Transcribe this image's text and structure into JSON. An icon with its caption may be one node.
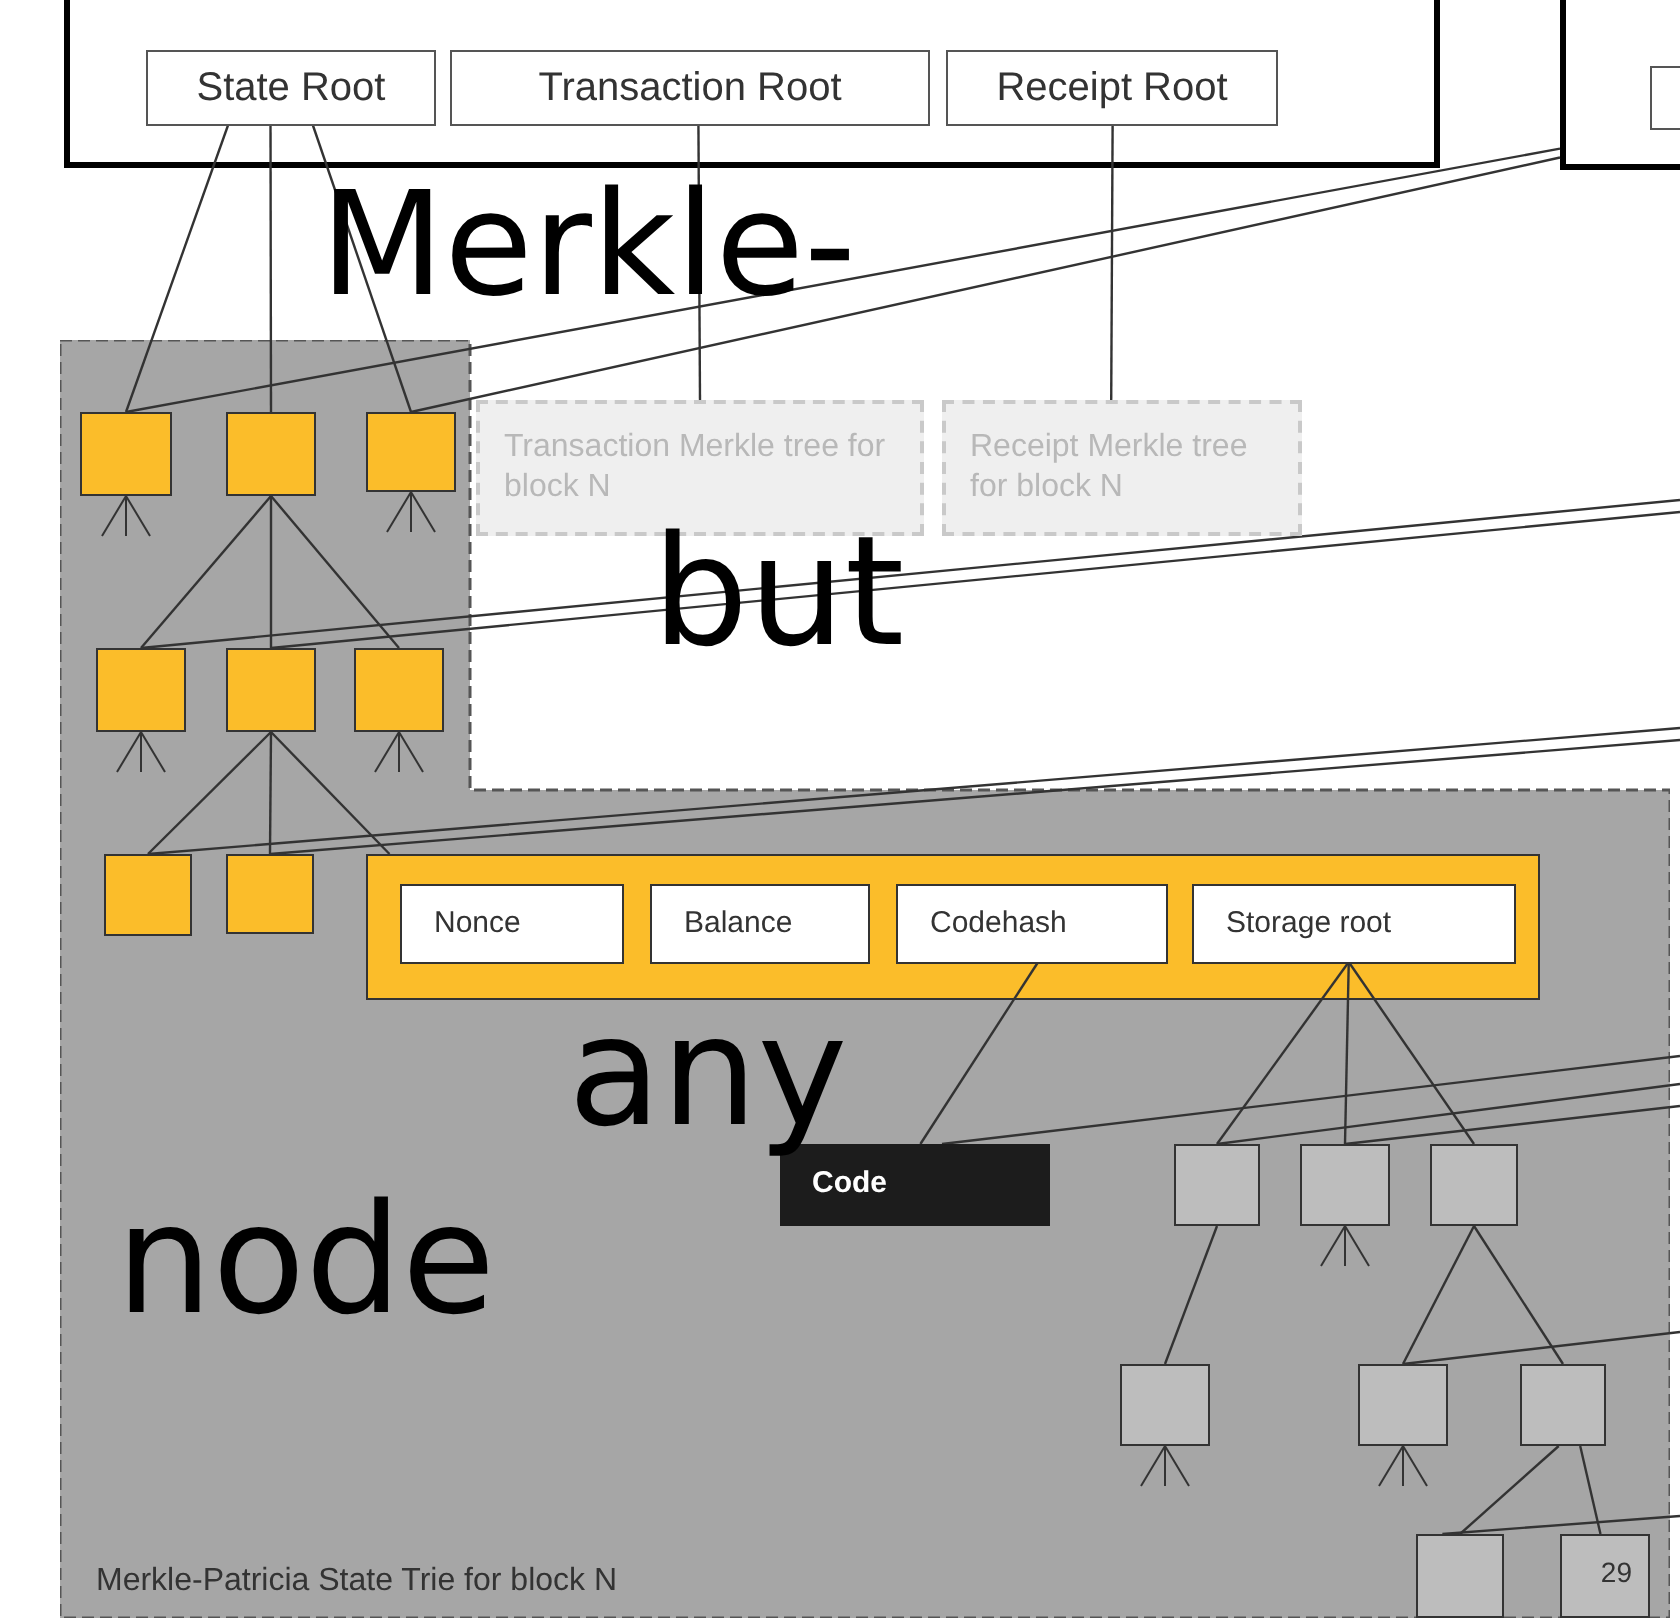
{
  "diagram": {
    "nodes": [
      {
        "text": [],
        "shape": "box"
      },
      {
        "text": [
          "State Root"
        ],
        "in": 0
      },
      {
        "text": [
          "Transaction Root"
        ],
        "in": 0
      },
      {
        "text": [
          "Receipt Root"
        ],
        "in": 0
      },
      {
        "text": [],
        "shape": "box"
      },
      {
        "text": [],
        "shape": "box",
        "in": 4
      },
      {
        "text": [
          "Merkle-Patricia State Trie for block N"
        ]
      },
      {
        "text": [],
        "shape": "box",
        "in": 6
      },
      {
        "text": [],
        "shape": "box",
        "in": 6
      },
      {
        "text": [],
        "shape": "box",
        "in": 6
      },
      {
        "text": [
          "Transaction Merkle tree for block N"
        ]
      },
      {
        "text": [
          "Receipt Merkle tree for block N"
        ]
      },
      {
        "text": [],
        "shape": "box",
        "in": 6
      },
      {
        "text": [],
        "shape": "box",
        "in": 6
      },
      {
        "text": [],
        "shape": "box",
        "in": 6
      },
      {
        "text": [],
        "shape": "box",
        "in": 6
      },
      {
        "text": [],
        "shape": "box",
        "in": 6
      },
      {
        "text": [],
        "shape": "box",
        "in": 6
      },
      {
        "text": [
          "Nonce"
        ],
        "in": 17
      },
      {
        "text": [
          "Balance"
        ],
        "in": 17
      },
      {
        "text": [
          "Codehash"
        ],
        "in": 17
      },
      {
        "text": [
          "Storage root"
        ],
        "in": 17
      },
      {
        "text": [
          "Code"
        ],
        "in": 6
      },
      {
        "text": [],
        "shape": "box",
        "in": 6
      },
      {
        "text": [],
        "shape": "box",
        "in": 6
      },
      {
        "text": [],
        "shape": "box",
        "in": 6
      },
      {
        "text": [],
        "shape": "box",
        "in": 6
      },
      {
        "text": [],
        "shape": "box",
        "in": 6
      },
      {
        "text": [],
        "shape": "box",
        "in": 6
      },
      {
        "text": [],
        "shape": "box",
        "in": 6
      },
      {
        "text": [
          "29"
        ],
        "in": 6
      }
    ],
    "edges": [
      {
        "from": 1,
        "to": 7,
        "arrow": "none"
      },
      {
        "from": 1,
        "to": 8,
        "arrow": "none"
      },
      {
        "from": 1,
        "to": 9,
        "arrow": "none"
      },
      {
        "from": 2,
        "to": 10,
        "arrow": "none"
      },
      {
        "from": 3,
        "to": 11,
        "arrow": "none"
      },
      {
        "from": 8,
        "to": 12,
        "arrow": "none"
      },
      {
        "from": 8,
        "to": 13,
        "arrow": "none"
      },
      {
        "from": 8,
        "to": 14,
        "arrow": "none"
      },
      {
        "from": 13,
        "to": 15,
        "arrow": "none"
      },
      {
        "from": 13,
        "to": 16,
        "arrow": "none"
      },
      {
        "from": 13,
        "to": 17,
        "arrow": "none"
      },
      {
        "from": 20,
        "to": 22,
        "arrow": "none"
      },
      {
        "from": 21,
        "to": 23,
        "arrow": "none"
      },
      {
        "from": 21,
        "to": 24,
        "arrow": "none"
      },
      {
        "from": 21,
        "to": 25,
        "arrow": "none"
      },
      {
        "from": 23,
        "to": 26,
        "arrow": "none"
      },
      {
        "from": 25,
        "to": 27,
        "arrow": "none"
      },
      {
        "from": 25,
        "to": 28,
        "arrow": "none"
      },
      {
        "from": 28,
        "to": 29,
        "arrow": "none"
      },
      {
        "from": 28,
        "to": 30,
        "arrow": "none"
      },
      {
        "from": 7,
        "to": 4,
        "arrow": "none"
      },
      {
        "from": 9,
        "to": 4,
        "arrow": "none"
      },
      {
        "from": 12,
        "to": null,
        "arrow": "none"
      },
      {
        "from": 13,
        "to": null,
        "arrow": "none"
      },
      {
        "from": 15,
        "to": null,
        "arrow": "none"
      },
      {
        "from": 16,
        "to": null,
        "arrow": "none"
      },
      {
        "from": 22,
        "to": null,
        "arrow": "none"
      },
      {
        "from": 23,
        "to": null,
        "arrow": "none"
      },
      {
        "from": 24,
        "to": null,
        "arrow": "none"
      },
      {
        "from": 27,
        "to": null,
        "arrow": "none"
      },
      {
        "from": 29,
        "to": null,
        "arrow": "none"
      }
    ],
    "labels": [
      "Merkle-",
      "but",
      "any",
      "node"
    ]
  }
}
